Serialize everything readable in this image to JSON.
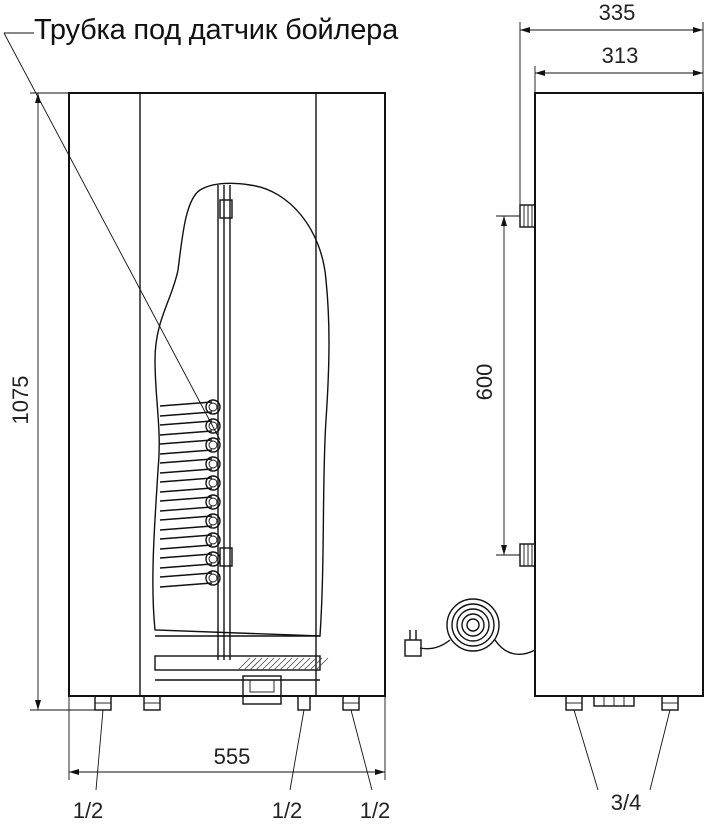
{
  "annotation": {
    "sensor_tube_label": "Трубка под датчик бойлера"
  },
  "dimensions": {
    "total_width": "335",
    "body_width": "313",
    "height": "1075",
    "bracket_spacing": "600",
    "front_width": "555"
  },
  "connections": {
    "left_pipe": "1/2",
    "middle_pipe": "1/2",
    "right_pipe": "1/2",
    "side_pipe": "3/4"
  },
  "colors": {
    "line": "#111111",
    "hatch": "#444444",
    "background": "#ffffff"
  }
}
